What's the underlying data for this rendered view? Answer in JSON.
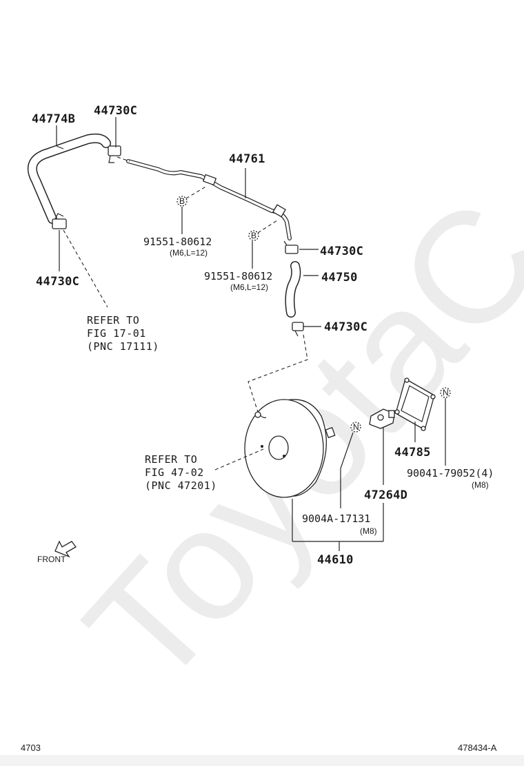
{
  "watermark": "ToyotaC",
  "parts": {
    "hose_upper": "44774B",
    "clamp_top": "44730C",
    "clamp_left": "44730C",
    "tube": "44761",
    "bolt_1": "91551-80612",
    "bolt_1_spec": "(M6,L=12)",
    "bolt_2": "91551-80612",
    "bolt_2_spec": "(M6,L=12)",
    "clamp_mid": "44730C",
    "hose_lower": "44750",
    "clamp_lower": "44730C",
    "gasket": "44785",
    "nut_1": "90041-79052(4)",
    "nut_1_spec": "(M8)",
    "bracket": "47264D",
    "nut_2": "9004A-17131",
    "nut_2_spec": "(M8)",
    "booster": "44610"
  },
  "refs": {
    "ref1_line1": "REFER TO",
    "ref1_line2": "FIG 17-01",
    "ref1_line3": "(PNC 17111)",
    "ref2_line1": "REFER TO",
    "ref2_line2": "FIG 47-02",
    "ref2_line3": "(PNC 47201)"
  },
  "markers": {
    "bolt_marker": "B",
    "nut_marker": "N"
  },
  "front_label": "FRONT",
  "footer": {
    "page_code": "4703",
    "illustration_id": "478434-A"
  }
}
